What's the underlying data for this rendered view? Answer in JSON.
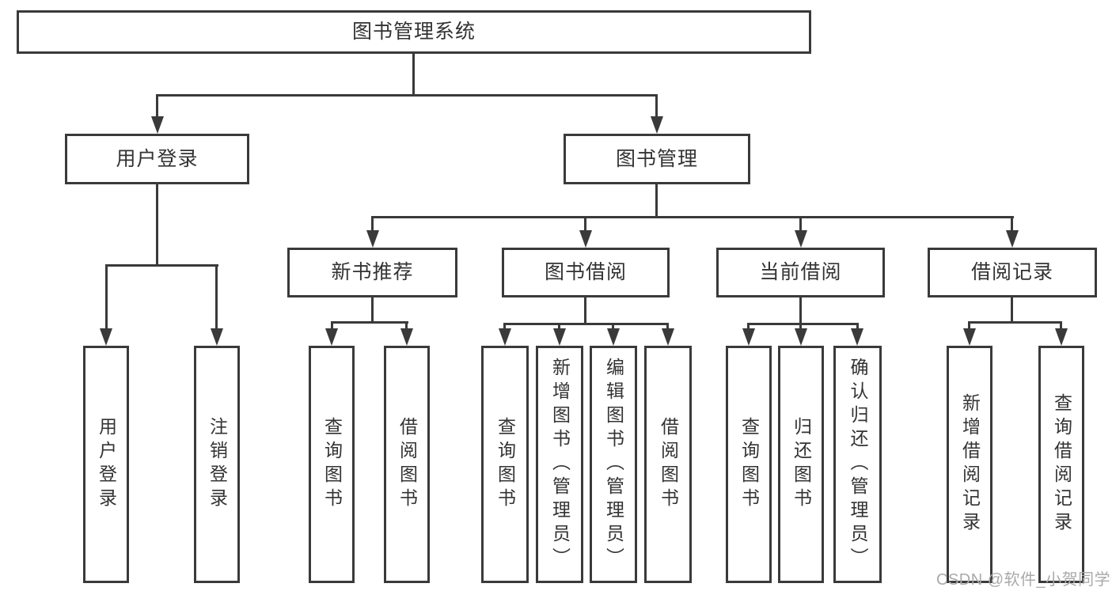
{
  "tree": {
    "label": "图书管理系统",
    "children": [
      {
        "label": "用户登录",
        "children": [
          {
            "label": "用户登录"
          },
          {
            "label": "注销登录"
          }
        ]
      },
      {
        "label": "图书管理",
        "children": [
          {
            "label": "新书推荐",
            "children": [
              {
                "label": "查询图书"
              },
              {
                "label": "借阅图书"
              }
            ]
          },
          {
            "label": "图书借阅",
            "children": [
              {
                "label": "查询图书"
              },
              {
                "label": "新增图书（管理员）"
              },
              {
                "label": "编辑图书（管理员）"
              },
              {
                "label": "借阅图书"
              }
            ]
          },
          {
            "label": "当前借阅",
            "children": [
              {
                "label": "查询图书"
              },
              {
                "label": "归还图书"
              },
              {
                "label": "确认归还（管理员）"
              }
            ]
          },
          {
            "label": "借阅记录",
            "children": [
              {
                "label": "新增借阅记录"
              },
              {
                "label": "查询借阅记录"
              }
            ]
          }
        ]
      }
    ]
  },
  "watermark": {
    "text": "CSDN @软件_小贺同学"
  },
  "colors": {
    "line": "#3a3a3a",
    "box_fill": "#ffffff",
    "text": "#333333",
    "watermark": "#a9a9a9",
    "background": "#ffffff"
  }
}
